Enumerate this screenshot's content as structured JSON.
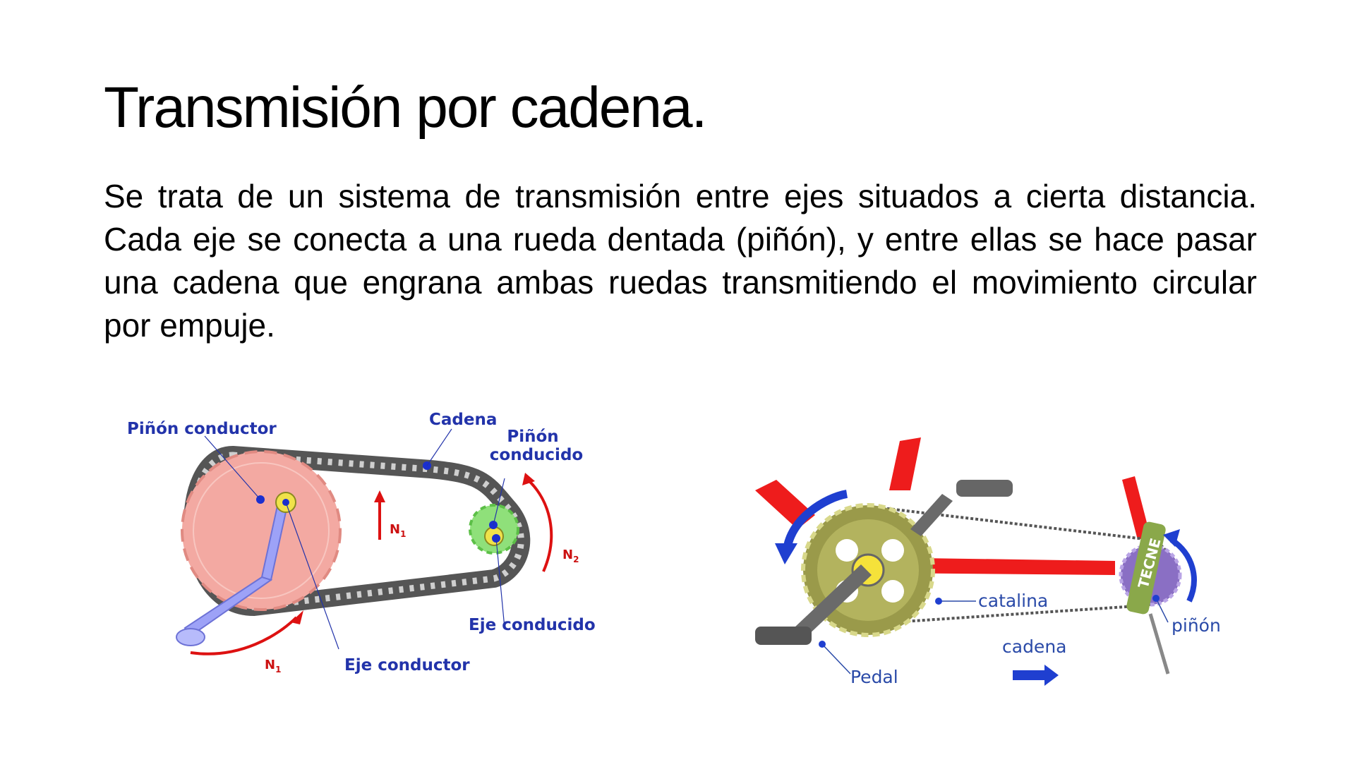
{
  "slide": {
    "title": "Transmisión por cadena.",
    "body": "Se trata de un sistema de transmisión entre ejes situados a cierta distancia. Cada eje se conecta a una rueda dentada (piñón), y entre ellas se hace pasar una cadena que engrana ambas ruedas transmitiendo el movimiento circular por empuje."
  },
  "diagram_chain": {
    "labels": {
      "pinon_conductor": "Piñón conductor",
      "cadena": "Cadena",
      "pinon_conducido_1": "Piñón",
      "pinon_conducido_2": "conducido",
      "n1_upper": "N",
      "n1_upper_sub": "1",
      "n2": "N",
      "n2_sub": "2",
      "n1_lower": "N",
      "n1_lower_sub": "1",
      "eje_conducido": "Eje conducido",
      "eje_conductor": "Eje conductor"
    },
    "colors": {
      "drive_gear": "#f3a9a2",
      "driven_gear": "#8fe07a",
      "chain": "#555555",
      "crank": "#8f95f5",
      "arrow": "#dd1111",
      "label": "#2233aa"
    }
  },
  "diagram_bike": {
    "labels": {
      "catalina": "catalina",
      "pinon": "piñón",
      "cadena": "cadena",
      "pedal": "Pedal",
      "frame_text": "TECNE"
    },
    "colors": {
      "frame": "#ee1c1c",
      "chainring": "#9a9a4a",
      "sprocket": "#8a6fc4",
      "arrow": "#1f3fd0",
      "crank": "#6a6a6a",
      "label": "#2a4aa8"
    }
  }
}
